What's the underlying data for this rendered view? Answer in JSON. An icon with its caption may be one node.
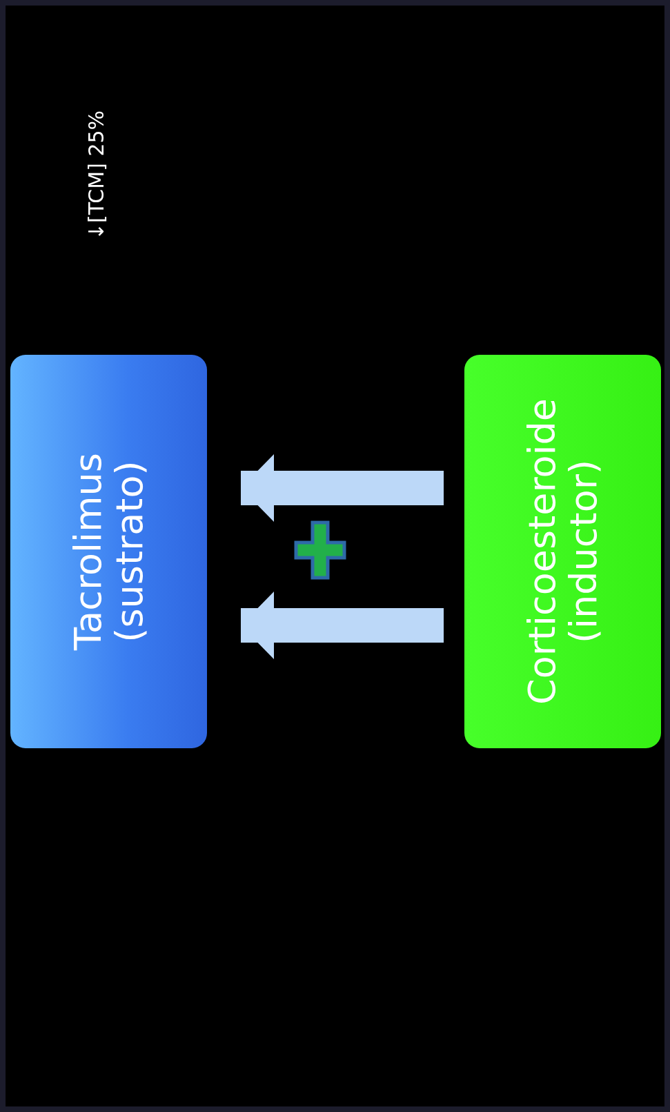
{
  "diagram": {
    "nodes": [
      {
        "text": [
          "Tacrolimus (sustrato)"
        ]
      },
      {
        "text": [
          "Corticoesteroide (inductor)"
        ]
      }
    ],
    "edges": [
      {
        "from": 1,
        "to": 0,
        "arrow": "to"
      },
      {
        "from": 1,
        "to": 0,
        "arrow": "to"
      }
    ],
    "labels": [
      "↓[TCM] 25%"
    ]
  }
}
